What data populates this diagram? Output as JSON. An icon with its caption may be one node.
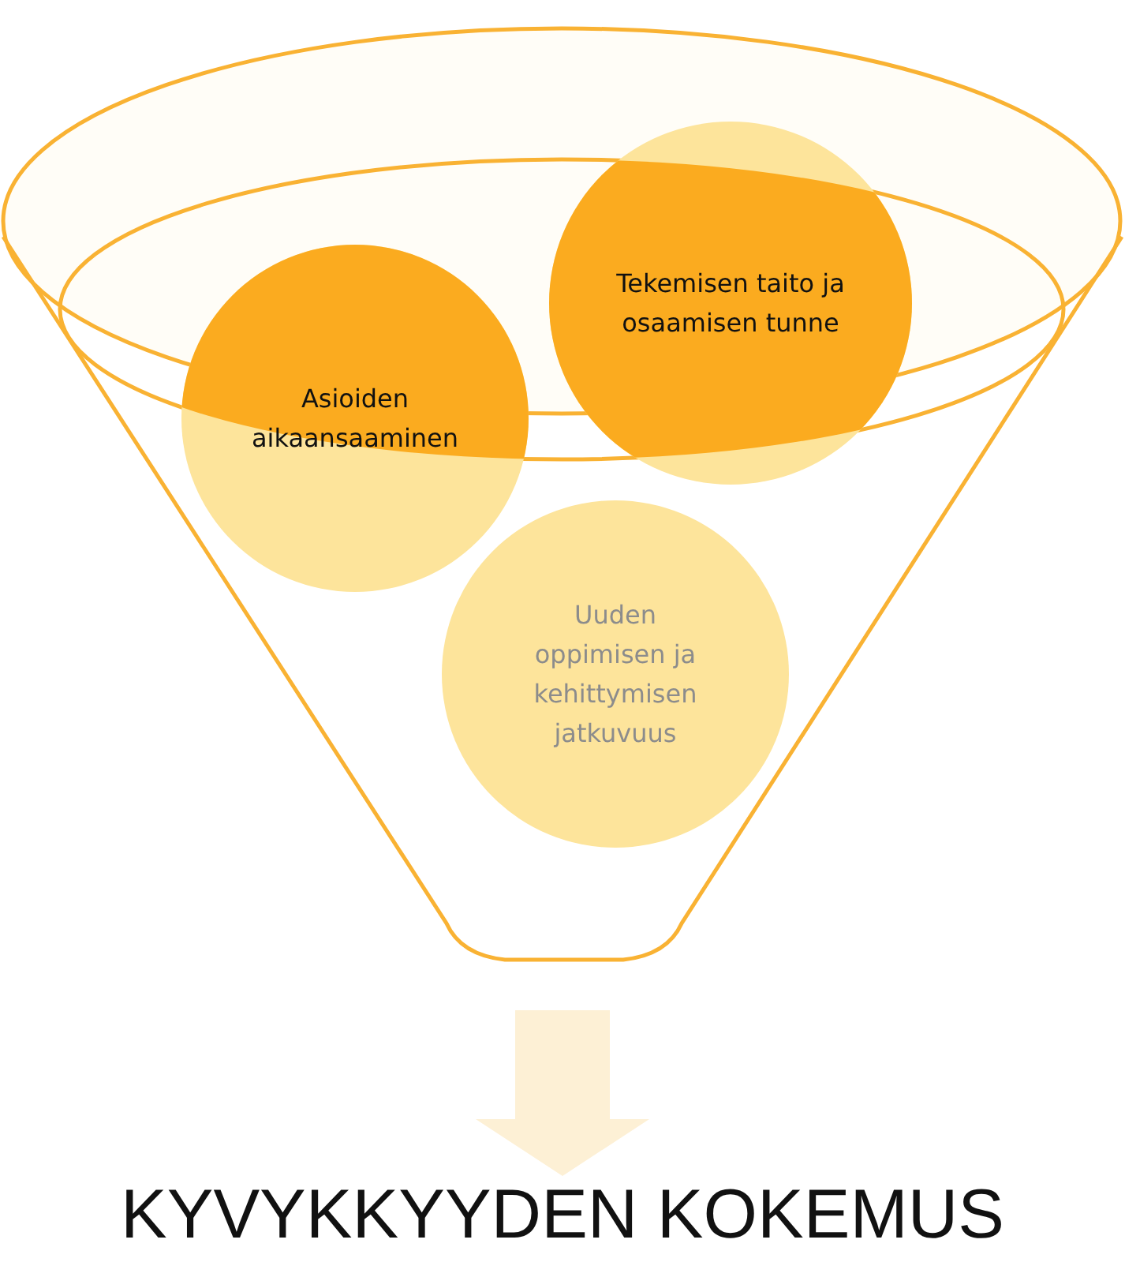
{
  "diagram": {
    "nodes": [
      {
        "text": [],
        "shape": "funnel"
      },
      {
        "text": [
          "Asioiden aikaansaaminen"
        ],
        "in": 0
      },
      {
        "text": [
          "Tekemisen taito ja osaamisen tunne"
        ],
        "in": 0
      },
      {
        "text": [
          "Uuden oppimisen ja kehittymisen jatkuvuus"
        ],
        "in": 0
      },
      {
        "text": [
          "KYVYKKYYDEN KOKEMUS"
        ]
      }
    ],
    "edges": [
      {
        "from": 0,
        "to": 4,
        "arrow": "to",
        "style": "thick",
        "color": "#fdf0d5"
      }
    ]
  }
}
